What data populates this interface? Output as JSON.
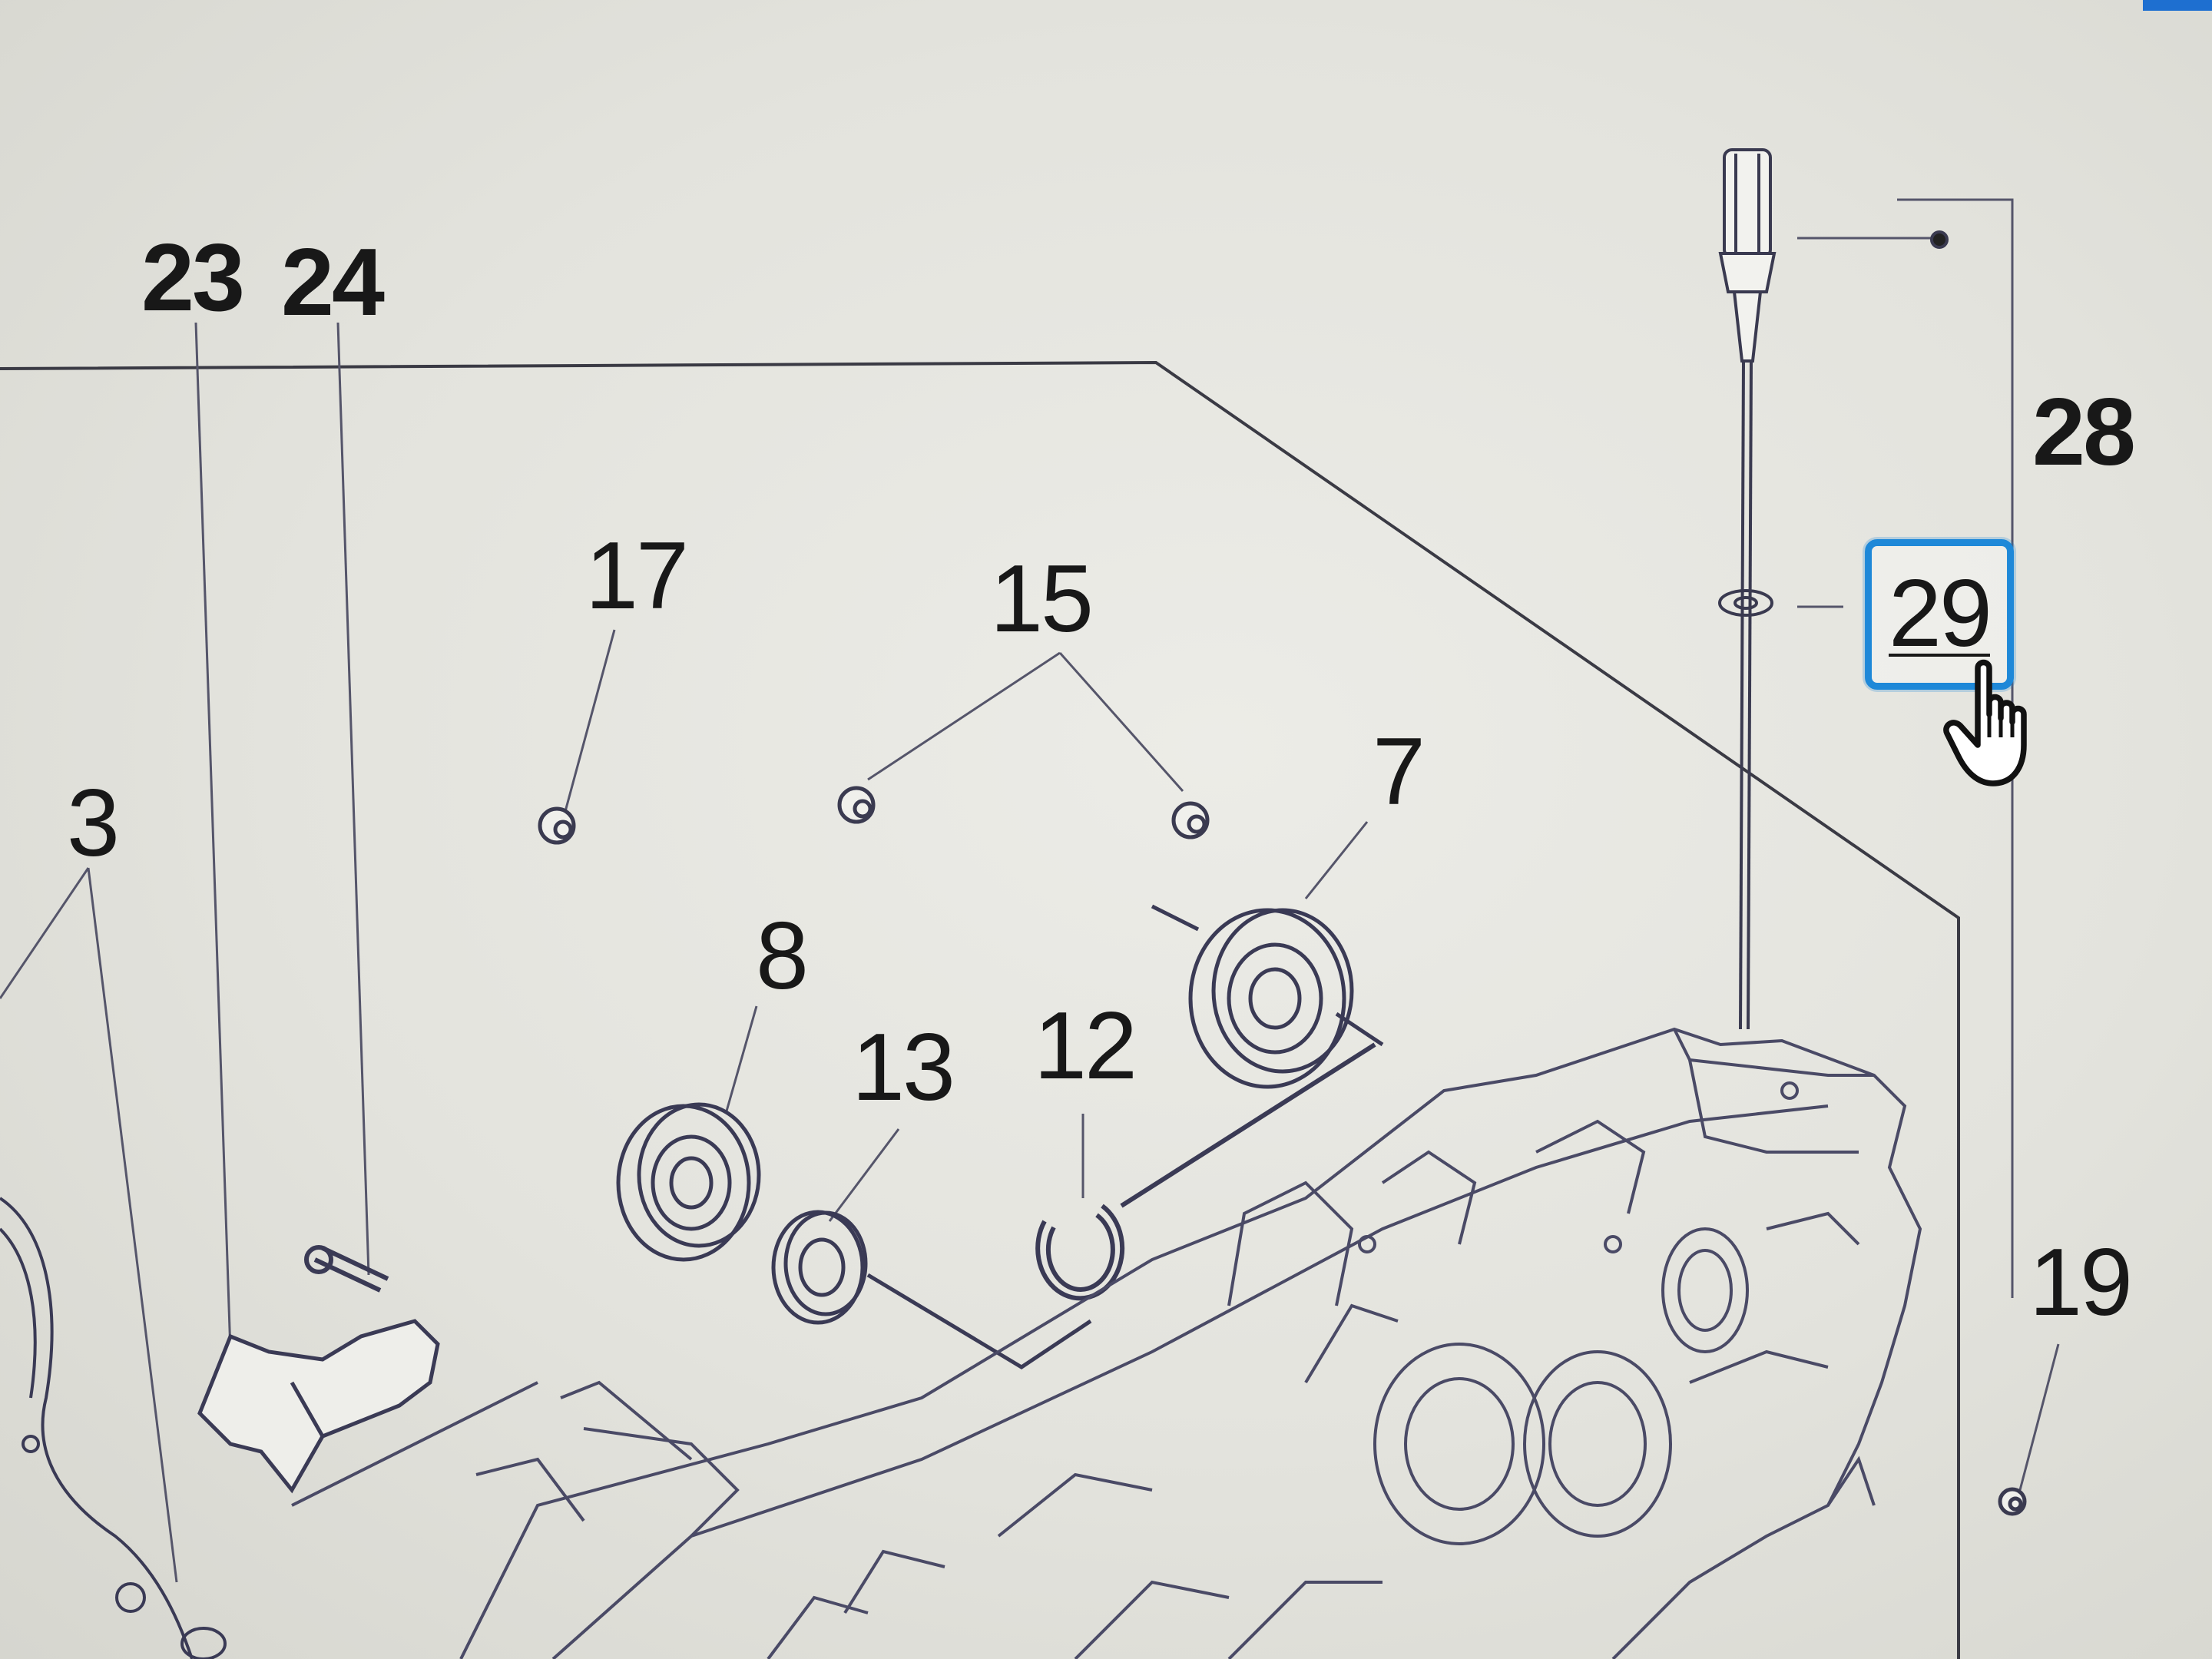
{
  "callouts": {
    "c23": "23",
    "c24": "24",
    "c28": "28",
    "c29": "29",
    "c17": "17",
    "c15": "15",
    "c3": "3",
    "c7": "7",
    "c8": "8",
    "c13": "13",
    "c12": "12",
    "c19": "19"
  },
  "selected_callout": "29",
  "colors": {
    "selection_border": "#1e88d8",
    "line": "#3a3a44",
    "part_line": "#5a5a70",
    "background": "#e6e6e1"
  },
  "icons": {
    "cursor": "hand-pointer-icon"
  }
}
